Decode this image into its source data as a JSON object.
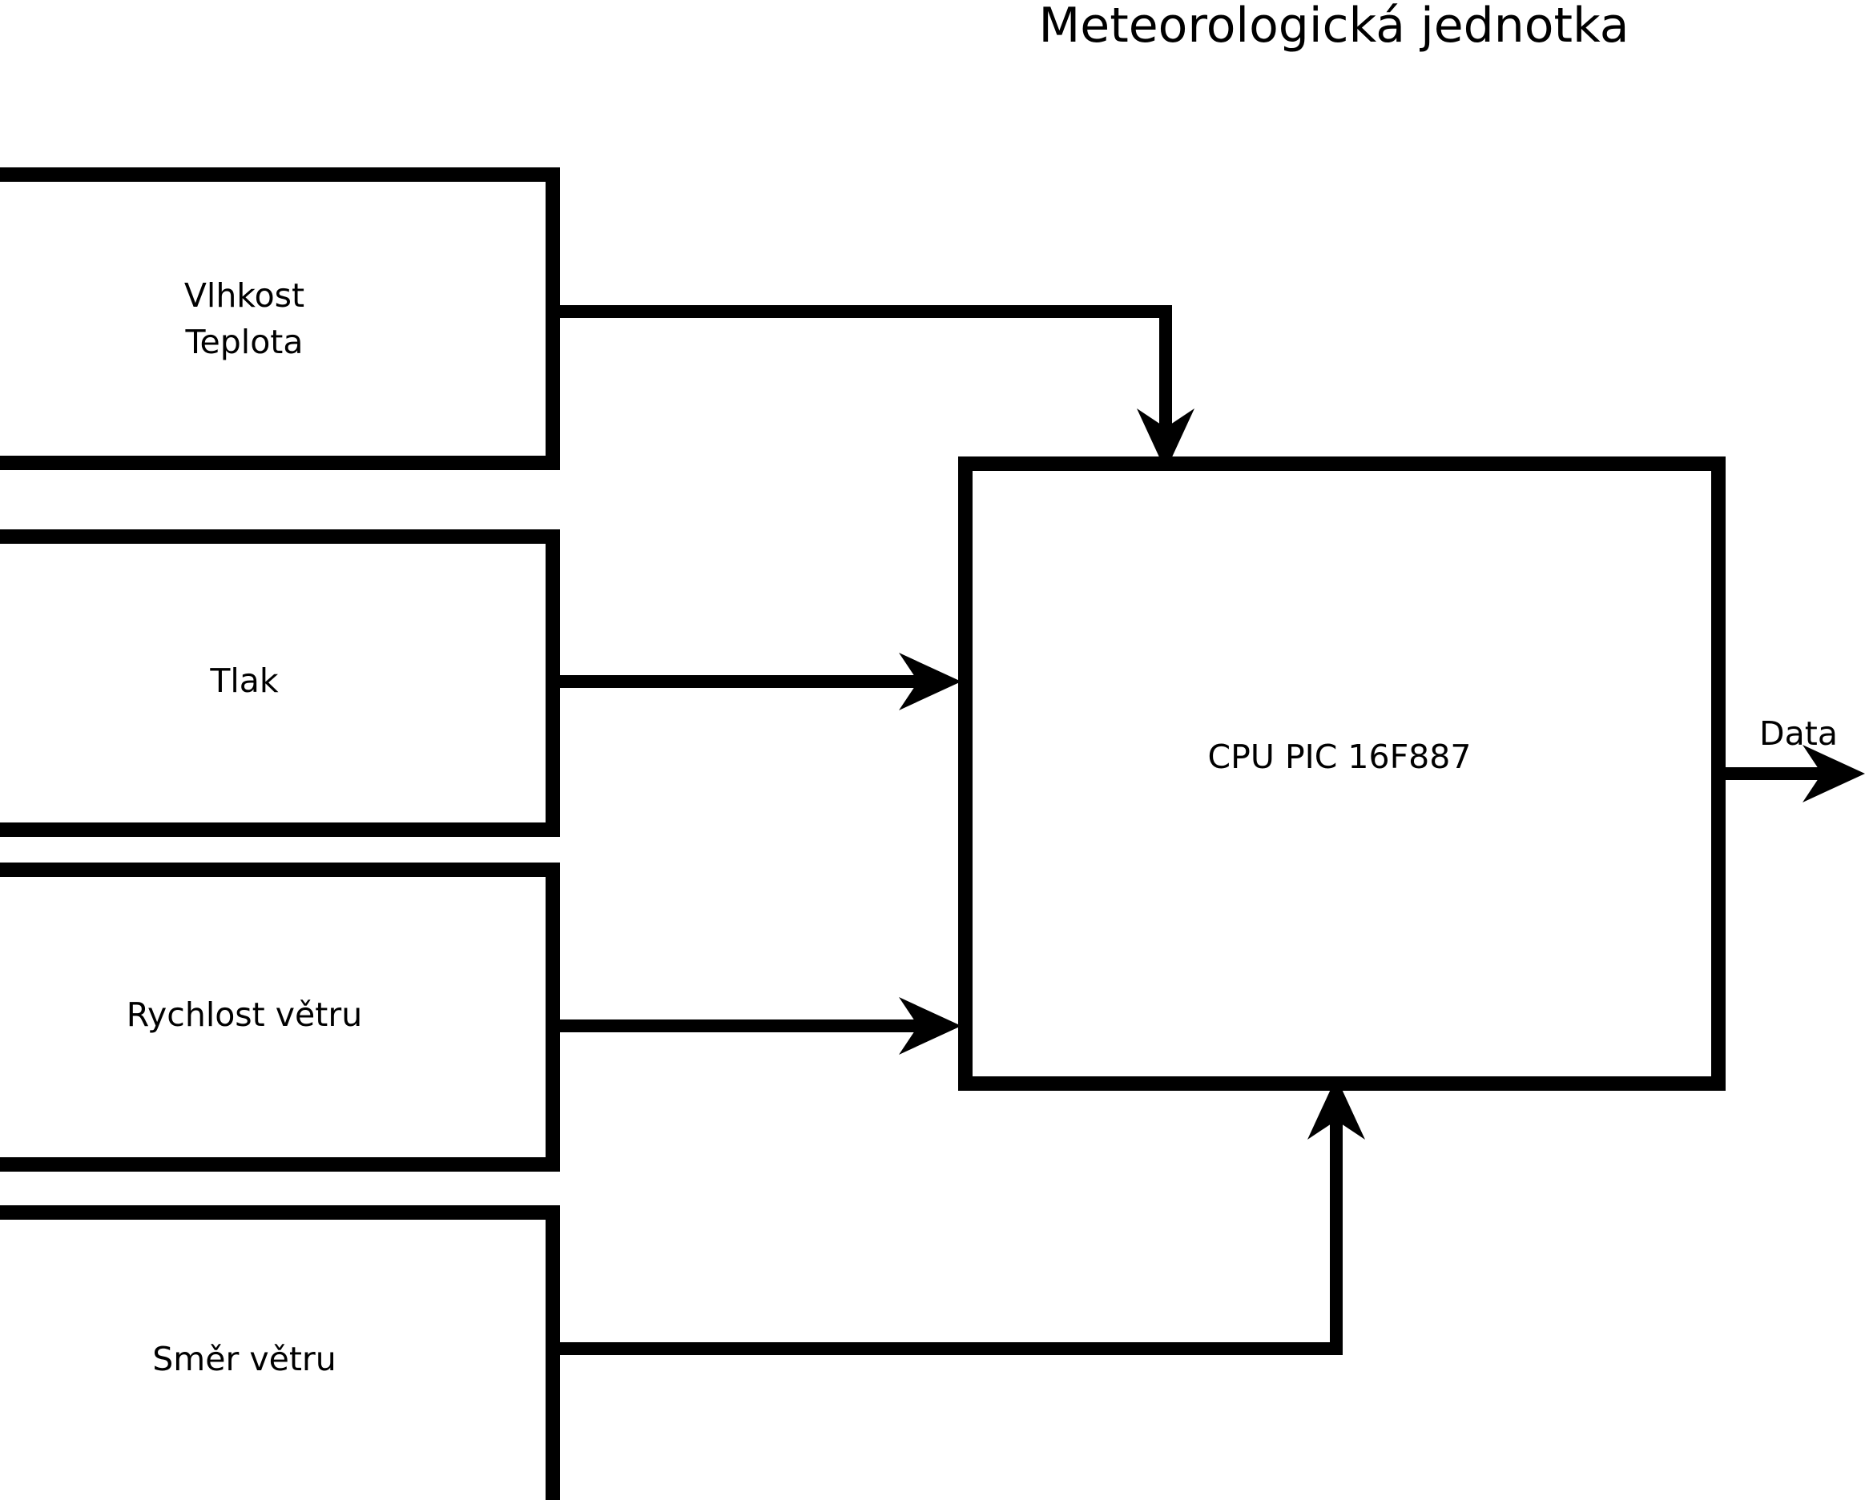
{
  "diagram": {
    "title": "Meteorologická jednotka",
    "background_color": "#ffffff",
    "stroke_color": "#000000",
    "blocks": [
      {
        "id": "humidity-temperature",
        "line1": "Vlhkost",
        "line2": "Teplota"
      },
      {
        "id": "pressure",
        "line1": "Tlak"
      },
      {
        "id": "wind-speed",
        "line1": "Rychlost větru"
      },
      {
        "id": "wind-direction",
        "line1": "Směr větru"
      },
      {
        "id": "cpu",
        "line1": "CPU PIC 16F887"
      }
    ],
    "connections": [
      {
        "id": "humidity-to-cpu",
        "from": "humidity-temperature",
        "to": "cpu",
        "label": ""
      },
      {
        "id": "pressure-to-cpu",
        "from": "pressure",
        "to": "cpu",
        "label": ""
      },
      {
        "id": "wind-speed-to-cpu",
        "from": "wind-speed",
        "to": "cpu",
        "label": ""
      },
      {
        "id": "wind-direction-to-cpu",
        "from": "wind-direction",
        "to": "cpu",
        "label": ""
      },
      {
        "id": "cpu-data-output",
        "from": "cpu",
        "to": "",
        "label": "Data"
      }
    ]
  }
}
